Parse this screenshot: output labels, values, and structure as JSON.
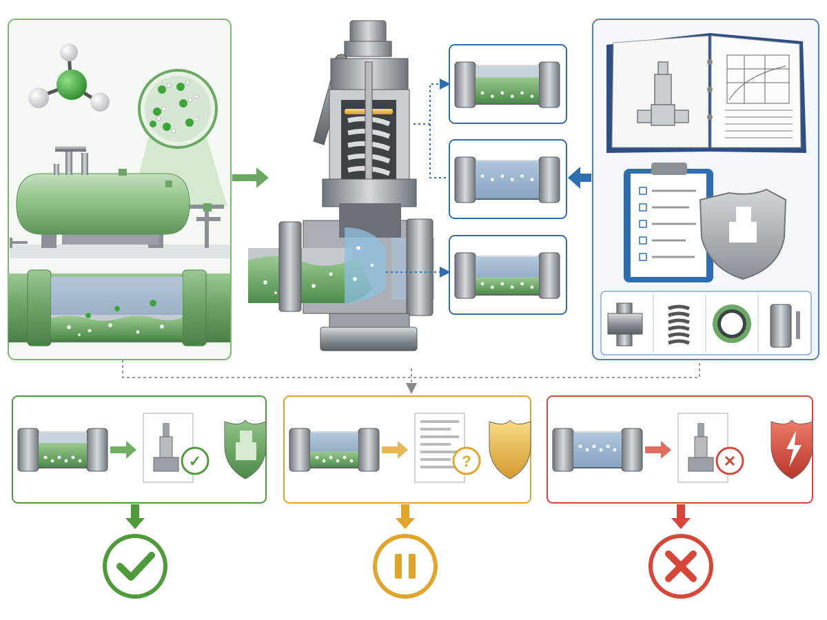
{
  "diagram": {
    "source_panel": {
      "label": "",
      "theme_color": "#6aa863",
      "icon": "ammonia-molecule-icon"
    },
    "valve": {
      "label": "",
      "icon": "safety-relief-valve-icon"
    },
    "flow_conditions": [
      {
        "name": "liquid-flow",
        "icon": "pipe-liquid-icon"
      },
      {
        "name": "vapor-flow",
        "icon": "pipe-vapor-icon"
      },
      {
        "name": "two-phase-flow",
        "icon": "pipe-two-phase-icon"
      }
    ],
    "reference_panel": {
      "theme_color": "#2f6db3",
      "icons": [
        "manual-book-icon",
        "checklist-clipboard-icon",
        "valve-shield-icon",
        "valve-body-icon",
        "spring-icon",
        "seal-ring-icon",
        "nozzle-icon"
      ]
    },
    "outcomes": [
      {
        "name": "approved",
        "color": "#4f9a3b",
        "symbol": "✓",
        "icon": "check-circle-icon"
      },
      {
        "name": "hold",
        "color": "#e0a52a",
        "symbol": "?",
        "icon": "pause-circle-icon"
      },
      {
        "name": "rejected",
        "color": "#d6473a",
        "symbol": "✕",
        "icon": "x-circle-icon"
      }
    ]
  }
}
